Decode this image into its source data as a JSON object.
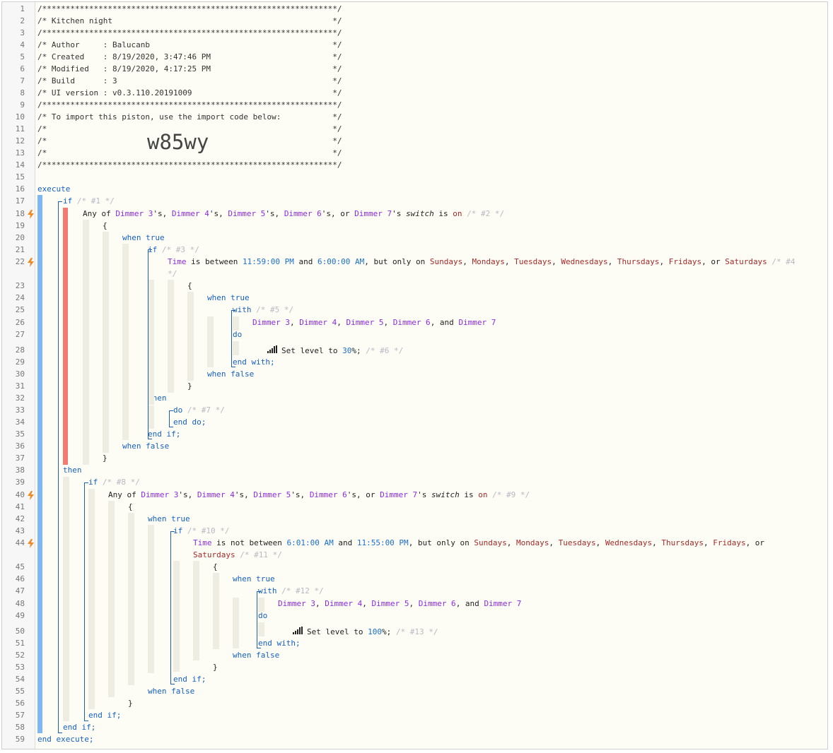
{
  "import_code": "w85wy",
  "line_numbers": [
    "1",
    "2",
    "3",
    "4",
    "5",
    "6",
    "7",
    "8",
    "9",
    "10",
    "11",
    "12",
    "13",
    "14",
    "15",
    "16",
    "17",
    "18",
    "19",
    "20",
    "21",
    "22",
    "23",
    "24",
    "25",
    "26",
    "27",
    "28",
    "29",
    "30",
    "31",
    "32",
    "33",
    "34",
    "35",
    "36",
    "37",
    "38",
    "39",
    "40",
    "41",
    "42",
    "43",
    "44",
    "45",
    "46",
    "47",
    "48",
    "49",
    "50",
    "51",
    "52",
    "53",
    "54",
    "55",
    "56",
    "57",
    "58",
    "59"
  ],
  "colors": {
    "execute_bar": "#7fb7f5",
    "condition_bar": "#f47b72",
    "keyword": "#1560c0",
    "device": "#8a2be2",
    "day": "#a52a2a",
    "comment": "#b8b8c4",
    "bolt": "#f08a24"
  },
  "icons": {
    "trigger": "lightning-bolt-icon",
    "level": "signal-level-icon"
  },
  "lines": [
    [
      [
        "hdr",
        "/***************************************************************/"
      ]
    ],
    [
      [
        "hdr",
        "/* Kitchen night                                               */"
      ]
    ],
    [
      [
        "hdr",
        "/***************************************************************/"
      ]
    ],
    [
      [
        "hdr",
        "/* Author     : Balucanb                                       */"
      ]
    ],
    [
      [
        "hdr",
        "/* Created    : 8/19/2020, 3:47:46 PM                          */"
      ]
    ],
    [
      [
        "hdr",
        "/* Modified   : 8/19/2020, 4:17:25 PM                          */"
      ]
    ],
    [
      [
        "hdr",
        "/* Build      : 3                                              */"
      ]
    ],
    [
      [
        "hdr",
        "/* UI version : v0.3.110.20191009                              */"
      ]
    ],
    [
      [
        "hdr",
        "/***************************************************************/"
      ]
    ],
    [
      [
        "hdr",
        "/* To import this piston, use the import code below:           */"
      ]
    ],
    [
      [
        "hdr",
        "/*                                                             */"
      ]
    ],
    [
      [
        "hdr",
        "/*                                                             */"
      ]
    ],
    [
      [
        "hdr",
        "/*                                                             */"
      ]
    ],
    [
      [
        "hdr",
        "/***************************************************************/"
      ]
    ],
    [],
    [
      [
        "k",
        "execute"
      ]
    ],
    [
      [
        "k",
        "if"
      ],
      [
        "c",
        " /* #1 */"
      ]
    ],
    [
      [
        "t",
        "Any of "
      ],
      [
        "v",
        "Dimmer 3"
      ],
      [
        "t",
        "'s, "
      ],
      [
        "v",
        "Dimmer 4"
      ],
      [
        "t",
        "'s, "
      ],
      [
        "v",
        "Dimmer 5"
      ],
      [
        "t",
        "'s, "
      ],
      [
        "v",
        "Dimmer 6"
      ],
      [
        "t",
        "'s, or "
      ],
      [
        "v",
        "Dimmer 7"
      ],
      [
        "t",
        "'s "
      ],
      [
        "it",
        "switch"
      ],
      [
        "t",
        " is "
      ],
      [
        "d",
        "on"
      ],
      [
        "c",
        " /* #2 */"
      ]
    ],
    [
      [
        "t",
        "{"
      ]
    ],
    [
      [
        "k",
        "when true"
      ]
    ],
    [
      [
        "k",
        "if"
      ],
      [
        "c",
        " /* #3 */"
      ]
    ],
    [
      [
        "v",
        "Time"
      ],
      [
        "t",
        " is between "
      ],
      [
        "n",
        "11:59:00 PM"
      ],
      [
        "t",
        " and "
      ],
      [
        "n",
        "6:00:00 AM"
      ],
      [
        "t",
        ", but only on "
      ],
      [
        "d",
        "Sundays"
      ],
      [
        "t",
        ", "
      ],
      [
        "d",
        "Mondays"
      ],
      [
        "t",
        ", "
      ],
      [
        "d",
        "Tuesdays"
      ],
      [
        "t",
        ", "
      ],
      [
        "d",
        "Wednesdays"
      ],
      [
        "t",
        ", "
      ],
      [
        "d",
        "Thursdays"
      ],
      [
        "t",
        ", "
      ],
      [
        "d",
        "Fridays"
      ],
      [
        "t",
        ", or "
      ],
      [
        "d",
        "Saturdays"
      ],
      [
        "c",
        " /* #4"
      ]
    ],
    [
      [
        "t",
        "{"
      ]
    ],
    [
      [
        "k",
        "when true"
      ]
    ],
    [
      [
        "k",
        "with"
      ],
      [
        "c",
        " /* #5 */"
      ]
    ],
    [
      [
        "v",
        "Dimmer 3"
      ],
      [
        "t",
        ", "
      ],
      [
        "v",
        "Dimmer 4"
      ],
      [
        "t",
        ", "
      ],
      [
        "v",
        "Dimmer 5"
      ],
      [
        "t",
        ", "
      ],
      [
        "v",
        "Dimmer 6"
      ],
      [
        "t",
        ", and "
      ],
      [
        "v",
        "Dimmer 7"
      ]
    ],
    [
      [
        "k",
        "do"
      ]
    ],
    [
      [
        "t",
        "Set level to "
      ],
      [
        "n",
        "30"
      ],
      [
        "t",
        "%; "
      ],
      [
        "c",
        "/* #6 */"
      ]
    ],
    [
      [
        "k",
        "end with;"
      ]
    ],
    [
      [
        "k",
        "when false"
      ]
    ],
    [
      [
        "t",
        "}"
      ]
    ],
    [
      [
        "k",
        "then"
      ]
    ],
    [
      [
        "k",
        "do"
      ],
      [
        "c",
        " /* #7 */"
      ]
    ],
    [
      [
        "k",
        "end do;"
      ]
    ],
    [
      [
        "k",
        "end if;"
      ]
    ],
    [
      [
        "k",
        "when false"
      ]
    ],
    [
      [
        "t",
        "}"
      ]
    ],
    [
      [
        "k",
        "then"
      ]
    ],
    [
      [
        "k",
        "if"
      ],
      [
        "c",
        " /* #8 */"
      ]
    ],
    [
      [
        "t",
        "Any of "
      ],
      [
        "v",
        "Dimmer 3"
      ],
      [
        "t",
        "'s, "
      ],
      [
        "v",
        "Dimmer 4"
      ],
      [
        "t",
        "'s, "
      ],
      [
        "v",
        "Dimmer 5"
      ],
      [
        "t",
        "'s, "
      ],
      [
        "v",
        "Dimmer 6"
      ],
      [
        "t",
        "'s, or "
      ],
      [
        "v",
        "Dimmer 7"
      ],
      [
        "t",
        "'s "
      ],
      [
        "it",
        "switch"
      ],
      [
        "t",
        " is "
      ],
      [
        "d",
        "on"
      ],
      [
        "c",
        " /* #9 */"
      ]
    ],
    [
      [
        "t",
        "{"
      ]
    ],
    [
      [
        "k",
        "when true"
      ]
    ],
    [
      [
        "k",
        "if"
      ],
      [
        "c",
        " /* #10 */"
      ]
    ],
    [
      [
        "v",
        "Time"
      ],
      [
        "t",
        " is not between "
      ],
      [
        "n",
        "6:01:00 AM"
      ],
      [
        "t",
        " and "
      ],
      [
        "n",
        "11:55:00 PM"
      ],
      [
        "t",
        ", but only on "
      ],
      [
        "d",
        "Sundays"
      ],
      [
        "t",
        ", "
      ],
      [
        "d",
        "Mondays"
      ],
      [
        "t",
        ", "
      ],
      [
        "d",
        "Tuesdays"
      ],
      [
        "t",
        ", "
      ],
      [
        "d",
        "Wednesdays"
      ],
      [
        "t",
        ", "
      ],
      [
        "d",
        "Thursdays"
      ],
      [
        "t",
        ", "
      ],
      [
        "d",
        "Fridays"
      ],
      [
        "t",
        ", or"
      ]
    ],
    [
      [
        "t",
        "{"
      ]
    ],
    [
      [
        "k",
        "when true"
      ]
    ],
    [
      [
        "k",
        "with"
      ],
      [
        "c",
        " /* #12 */"
      ]
    ],
    [
      [
        "v",
        "Dimmer 3"
      ],
      [
        "t",
        ", "
      ],
      [
        "v",
        "Dimmer 4"
      ],
      [
        "t",
        ", "
      ],
      [
        "v",
        "Dimmer 5"
      ],
      [
        "t",
        ", "
      ],
      [
        "v",
        "Dimmer 6"
      ],
      [
        "t",
        ", and "
      ],
      [
        "v",
        "Dimmer 7"
      ]
    ],
    [
      [
        "k",
        "do"
      ]
    ],
    [
      [
        "t",
        "Set level to "
      ],
      [
        "n",
        "100"
      ],
      [
        "t",
        "%; "
      ],
      [
        "c",
        "/* #13 */"
      ]
    ],
    [
      [
        "k",
        "end with;"
      ]
    ],
    [
      [
        "k",
        "when false"
      ]
    ],
    [
      [
        "t",
        "}"
      ]
    ],
    [
      [
        "k",
        "end if;"
      ]
    ],
    [
      [
        "k",
        "when false"
      ]
    ],
    [
      [
        "t",
        "}"
      ]
    ],
    [
      [
        "k",
        "end if;"
      ]
    ],
    [
      [
        "k",
        "end if;"
      ]
    ],
    [
      [
        "k",
        "end execute;"
      ]
    ]
  ],
  "wrap_lines": {
    "line22": [
      [
        "c",
        "*/"
      ]
    ],
    "line44": [
      [
        "d",
        "Saturdays"
      ],
      [
        "c",
        " /* #11 */"
      ]
    ]
  }
}
